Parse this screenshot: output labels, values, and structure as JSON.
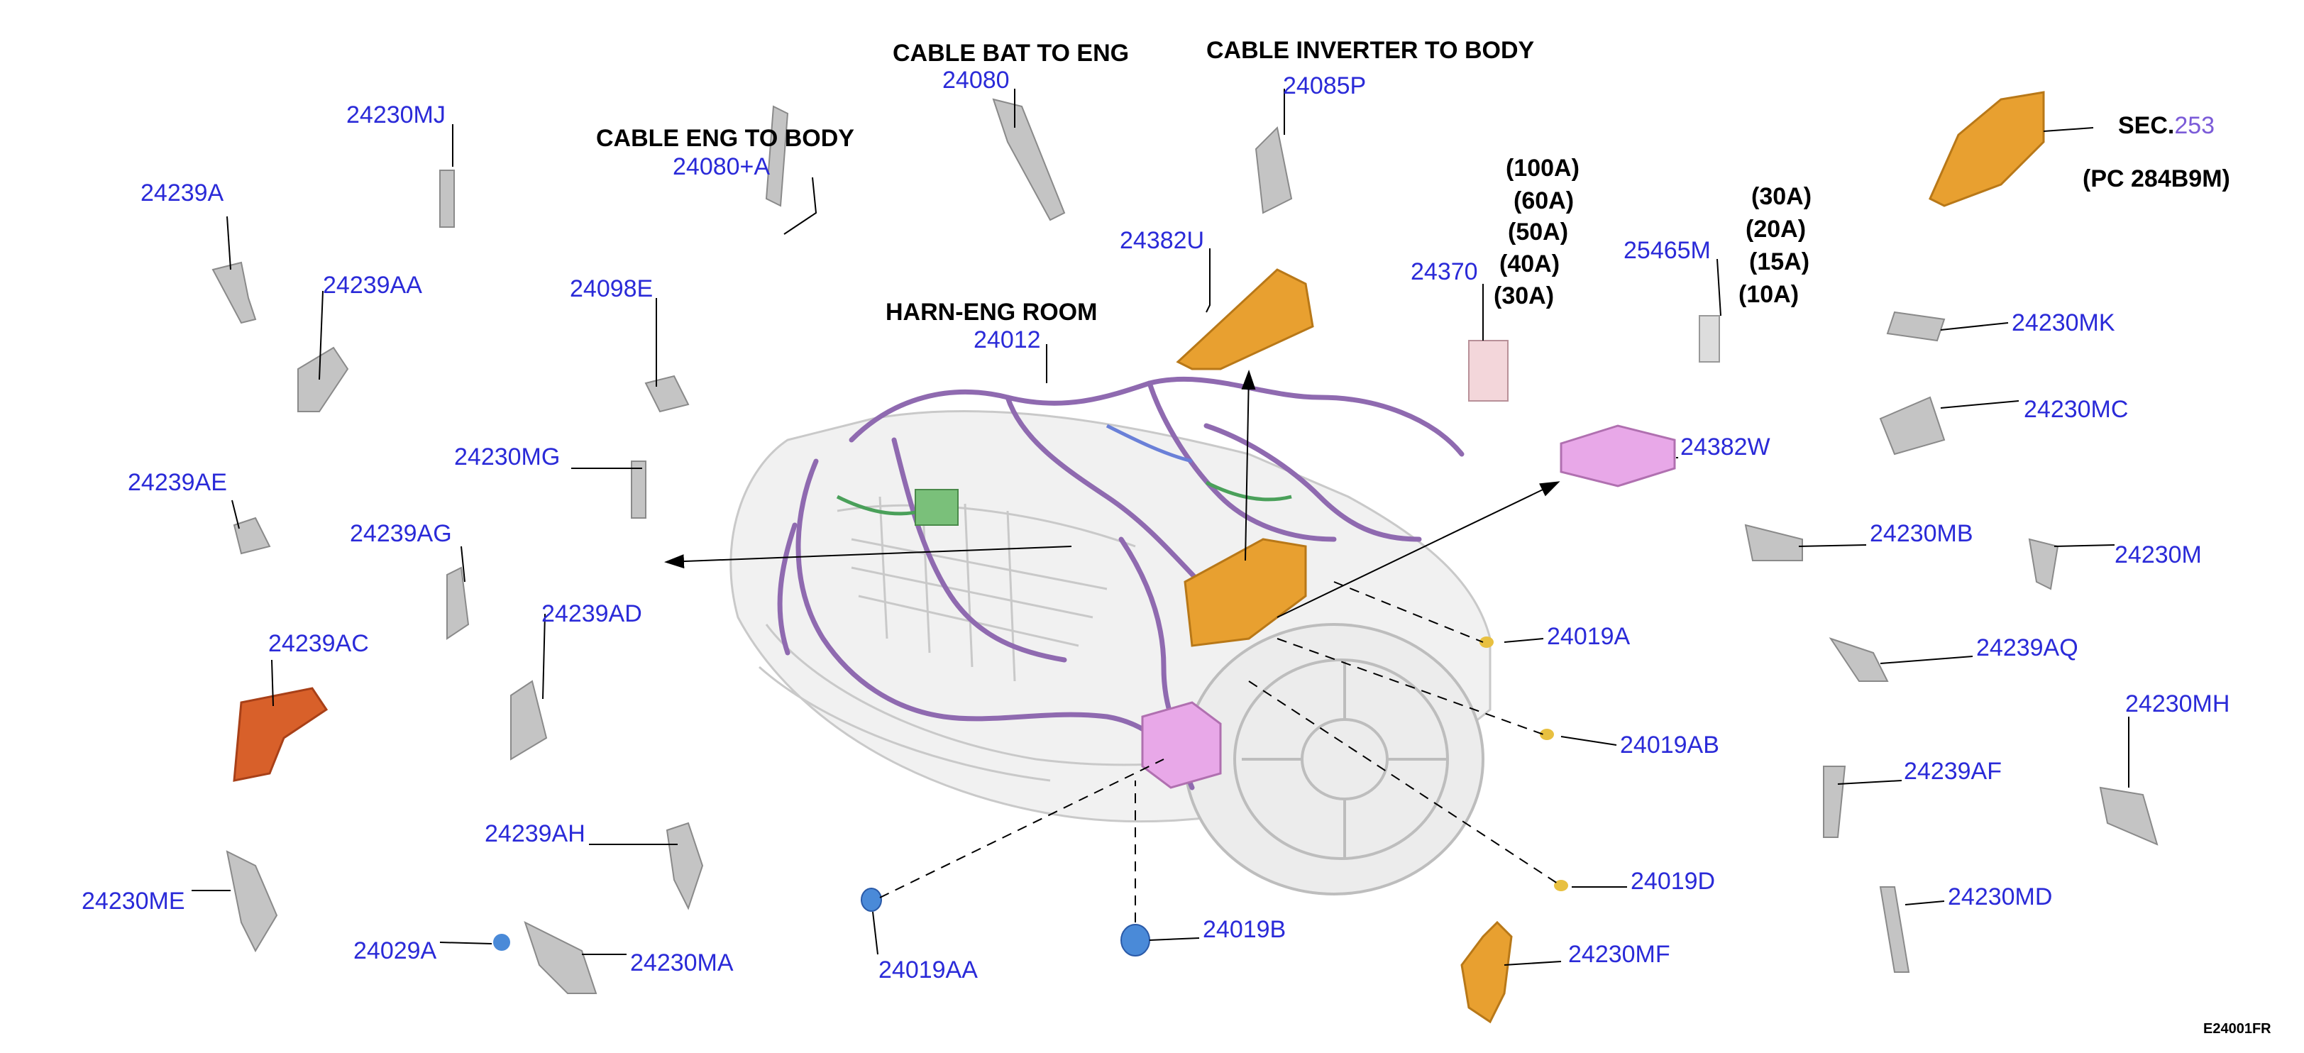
{
  "colors": {
    "part_number": "#2a2ad8",
    "caption": "#000000",
    "sec_number": "#7b5bd8",
    "harness": "#8f6ab0",
    "bracket_gray": "#b8b8b8",
    "orange_part": "#e8a030",
    "pink_part": "#e8a8e8",
    "red_bracket": "#d8602a",
    "blue_grommet": "#4a8ad8"
  },
  "captions": {
    "cable_bat_to_eng": "CABLE BAT TO ENG",
    "cable_inverter_to_body": "CABLE INVERTER TO BODY",
    "cable_eng_to_body": "CABLE ENG TO BODY",
    "harn_eng_room": "HARN-ENG ROOM",
    "sec_prefix": "SEC.",
    "sec_number": "253",
    "pc_ref": "(PC 284B9M)"
  },
  "amperages_24370": [
    "(100A)",
    "(60A)",
    "(50A)",
    "(40A)",
    "(30A)"
  ],
  "amperages_25465M": [
    "(30A)",
    "(20A)",
    "(15A)",
    "(10A)"
  ],
  "parts": {
    "p24230MJ": "24230MJ",
    "p24239A": "24239A",
    "p24239AA": "24239AA",
    "p24080": "24080",
    "p24080A": "24080+A",
    "p24085P": "24085P",
    "p24098E": "24098E",
    "p24382U": "24382U",
    "p24012": "24012",
    "p24370": "24370",
    "p25465M": "25465M",
    "p24230MK": "24230MK",
    "p24230MC": "24230MC",
    "p24382W": "24382W",
    "p24230MG": "24230MG",
    "p24239AE": "24239AE",
    "p24239AG": "24239AG",
    "p24239AD": "24239AD",
    "p24239AC": "24239AC",
    "p24230MB": "24230MB",
    "p24230M": "24230M",
    "p24019A": "24019A",
    "p24239AQ": "24239AQ",
    "p24230MH": "24230MH",
    "p24019AB": "24019AB",
    "p24239AF": "24239AF",
    "p24239AH": "24239AH",
    "p24019D": "24019D",
    "p24230MD": "24230MD",
    "p24230ME": "24230ME",
    "p24019B": "24019B",
    "p24029A": "24029A",
    "p24230MA": "24230MA",
    "p24019AA": "24019AA",
    "p24230MF": "24230MF"
  },
  "figure_code": "E24001FR"
}
